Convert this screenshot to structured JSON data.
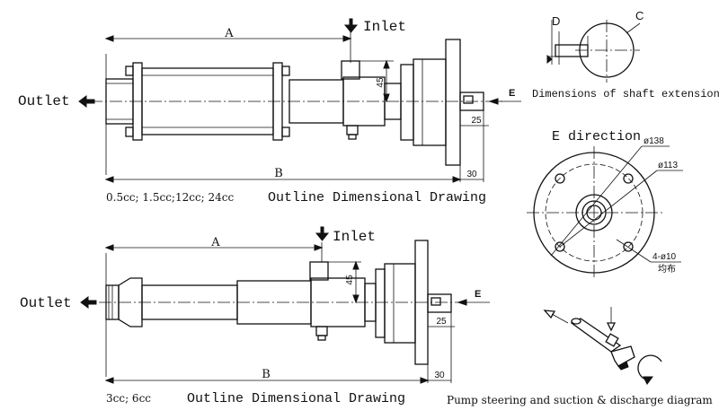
{
  "drawing1": {
    "dim_A": "A",
    "dim_B": "B",
    "dim_45": "45",
    "dim_25": "25",
    "dim_30": "30",
    "dim_E": "E",
    "inlet": "Inlet",
    "outlet": "Outlet",
    "caption_sizes": "0.5cc; 1.5cc;12cc; 24cc",
    "caption_title": "Outline Dimensional Drawing"
  },
  "drawing2": {
    "dim_A": "A",
    "dim_B": "B",
    "dim_45": "45",
    "dim_25": "25",
    "dim_30": "30",
    "dim_E": "E",
    "inlet": "Inlet",
    "outlet": "Outlet",
    "caption_sizes": "3cc; 6cc",
    "caption_title": "Outline Dimensional Drawing"
  },
  "shaft": {
    "label_D": "D",
    "label_C": "C",
    "caption": "Dimensions of shaft extension"
  },
  "e_direction": {
    "title": "E direction",
    "dia_outer": "ø138",
    "dia_bolt": "ø113",
    "holes": "4-ø10",
    "holes_note": "均布"
  },
  "steering": {
    "caption": "Pump steering and suction & discharge diagram"
  }
}
